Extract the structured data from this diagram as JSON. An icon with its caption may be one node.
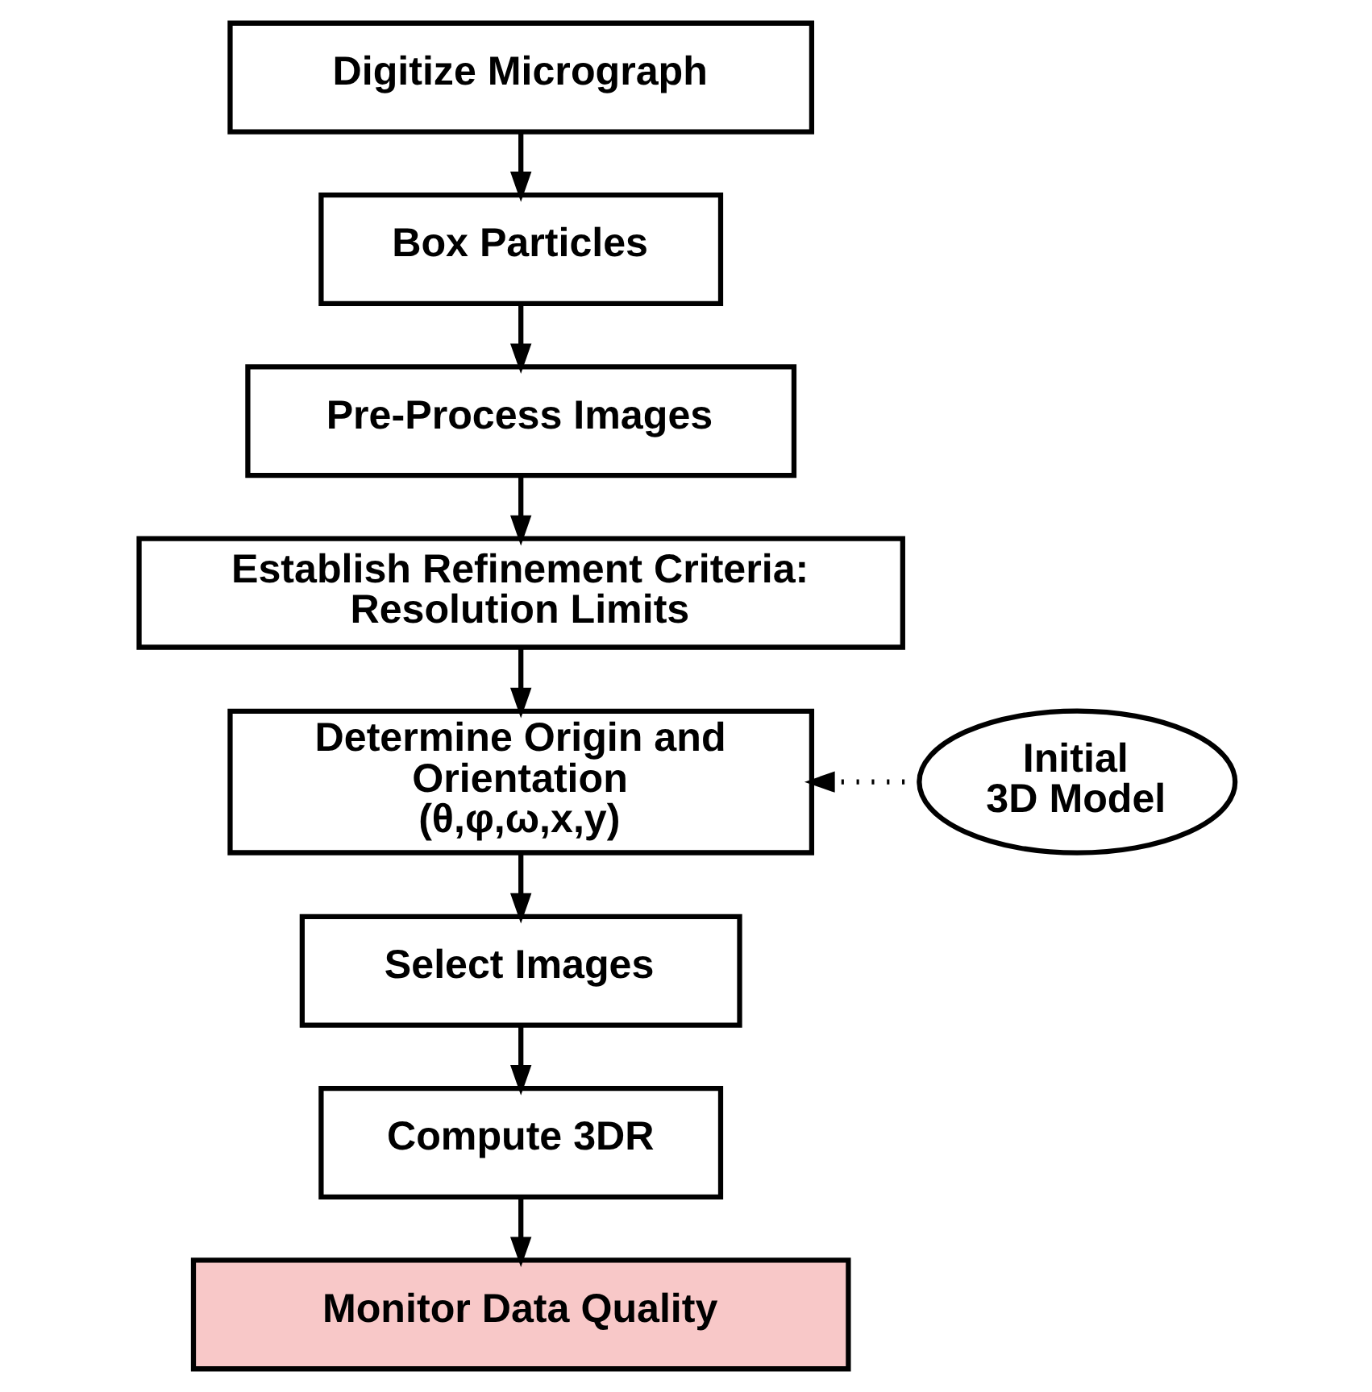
{
  "diagram": {
    "nodes": [
      {
        "text": [
          "Digitize Micrograph"
        ]
      },
      {
        "text": [
          "Box Particles"
        ]
      },
      {
        "text": [
          "Pre-Process Images"
        ]
      },
      {
        "text": [
          "Establish Refinement Criteria: Resolution Limits"
        ]
      },
      {
        "text": [
          "Determine Origin and Orientation (θ,φ,ω,x,y)"
        ]
      },
      {
        "text": [
          "Initial 3D Model"
        ]
      },
      {
        "text": [
          "Select Images"
        ]
      },
      {
        "text": [
          "Compute 3DR"
        ]
      },
      {
        "text": [
          "Monitor Data Quality"
        ]
      }
    ],
    "edges": [
      {
        "from": 0,
        "to": 1,
        "arrow": "to"
      },
      {
        "from": 1,
        "to": 2,
        "arrow": "to"
      },
      {
        "from": 2,
        "to": 3,
        "arrow": "to"
      },
      {
        "from": 3,
        "to": 4,
        "arrow": "to"
      },
      {
        "from": 5,
        "to": 4,
        "arrow": "to",
        "style": "dashed"
      },
      {
        "from": 4,
        "to": 6,
        "arrow": "to"
      },
      {
        "from": 6,
        "to": 7,
        "arrow": "to"
      },
      {
        "from": 7,
        "to": 8,
        "arrow": "to"
      }
    ]
  }
}
